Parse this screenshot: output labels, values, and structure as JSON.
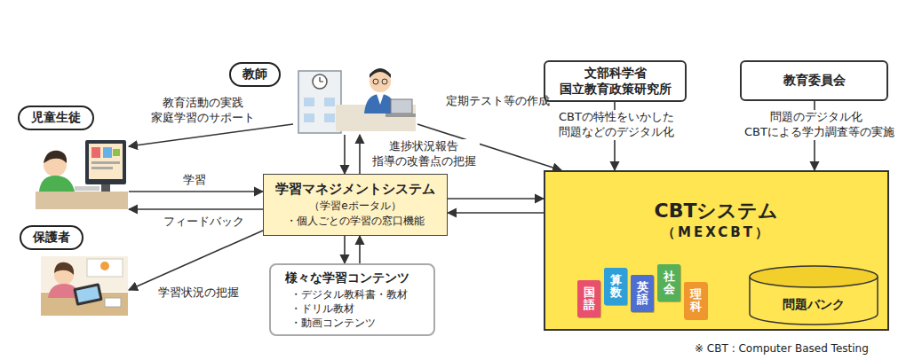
{
  "diagram": {
    "nodes": [
      {
        "text": [
          "教師"
        ]
      },
      {
        "text": [
          "児童生徒"
        ]
      },
      {
        "text": [
          "保護者"
        ]
      },
      {
        "text": [
          "文部科学省 国立教育政策研究所"
        ]
      },
      {
        "text": [
          "教育委員会"
        ]
      },
      {
        "text": [
          "学習マネジメントシステム",
          "（学習eポータル）",
          "・個人ごとの学習の窓口機能"
        ]
      },
      {
        "text": [
          "様々な学習コンテンツ",
          "・デジタル教科書・教材",
          "・ドリル教材",
          "・動画コンテンツ"
        ]
      },
      {
        "text": [
          "CBTシステム",
          "（MEXCBT）"
        ]
      },
      {
        "text": [
          "問題バンク"
        ],
        "in": 7
      },
      {
        "text": [
          "国語"
        ],
        "in": 7
      },
      {
        "text": [
          "算数"
        ],
        "in": 7
      },
      {
        "text": [
          "英語"
        ],
        "in": 7
      },
      {
        "text": [
          "社会"
        ],
        "in": 7
      },
      {
        "text": [
          "理科"
        ],
        "in": 7
      }
    ],
    "edges": [
      {
        "from": 0,
        "to": 1,
        "label": "教育活動の実践 家庭学習のサポート",
        "arrow": "to"
      },
      {
        "from": 1,
        "to": 5,
        "label": "学習",
        "arrow": "to"
      },
      {
        "from": 5,
        "to": 1,
        "label": "フィードバック",
        "arrow": "to"
      },
      {
        "from": 5,
        "to": 2,
        "label": "学習状況の把握",
        "arrow": "to"
      },
      {
        "from": 0,
        "to": 5,
        "arrow": "to"
      },
      {
        "from": 5,
        "to": 0,
        "label": "進捗状況報告 指導の改善点の把握",
        "arrow": "to"
      },
      {
        "from": 0,
        "to": 7,
        "label": "定期テスト等の作成",
        "arrow": "to"
      },
      {
        "from": 5,
        "to": 7,
        "arrow": "to"
      },
      {
        "from": 7,
        "to": 5,
        "arrow": "to"
      },
      {
        "from": 5,
        "to": 6,
        "arrow": "to"
      },
      {
        "from": 6,
        "to": 5,
        "arrow": "to"
      },
      {
        "from": 3,
        "to": 7,
        "label": "CBTの特性をいかした 問題などのデジタル化",
        "arrow": "to"
      },
      {
        "from": 4,
        "to": 7,
        "label": "問題のデジタル化 CBTによる学力調査等の実施",
        "arrow": "to"
      }
    ],
    "labels": [
      "※ CBT : Computer Based Testing"
    ]
  }
}
